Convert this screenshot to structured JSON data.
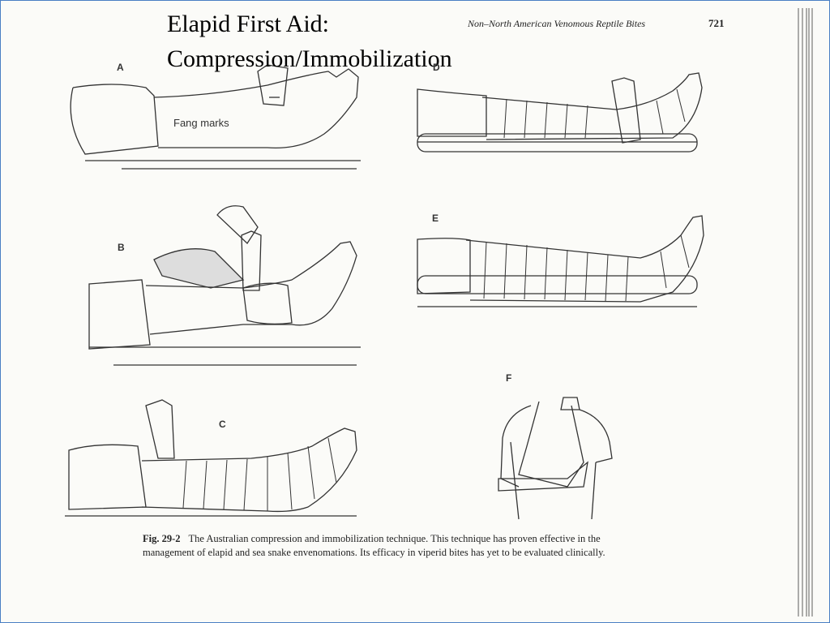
{
  "slide": {
    "title_line1": "Elapid First Aid:",
    "title_line2": "Compression/Immobilization"
  },
  "book": {
    "running_head": "Non–North American Venomous Reptile Bites",
    "page_number": "721"
  },
  "panels": {
    "a": {
      "label": "A",
      "annotation": "Fang marks"
    },
    "b": {
      "label": "B"
    },
    "c": {
      "label": "C"
    },
    "d": {
      "label": "D"
    },
    "e": {
      "label": "E"
    },
    "f": {
      "label": "F"
    }
  },
  "caption": {
    "fig_label": "Fig. 29-2",
    "text": "The Australian compression and immobilization technique. This technique has proven effective in the management of elapid and sea snake envenomations. Its efficacy in viperid bites has yet to be evaluated clinically."
  }
}
